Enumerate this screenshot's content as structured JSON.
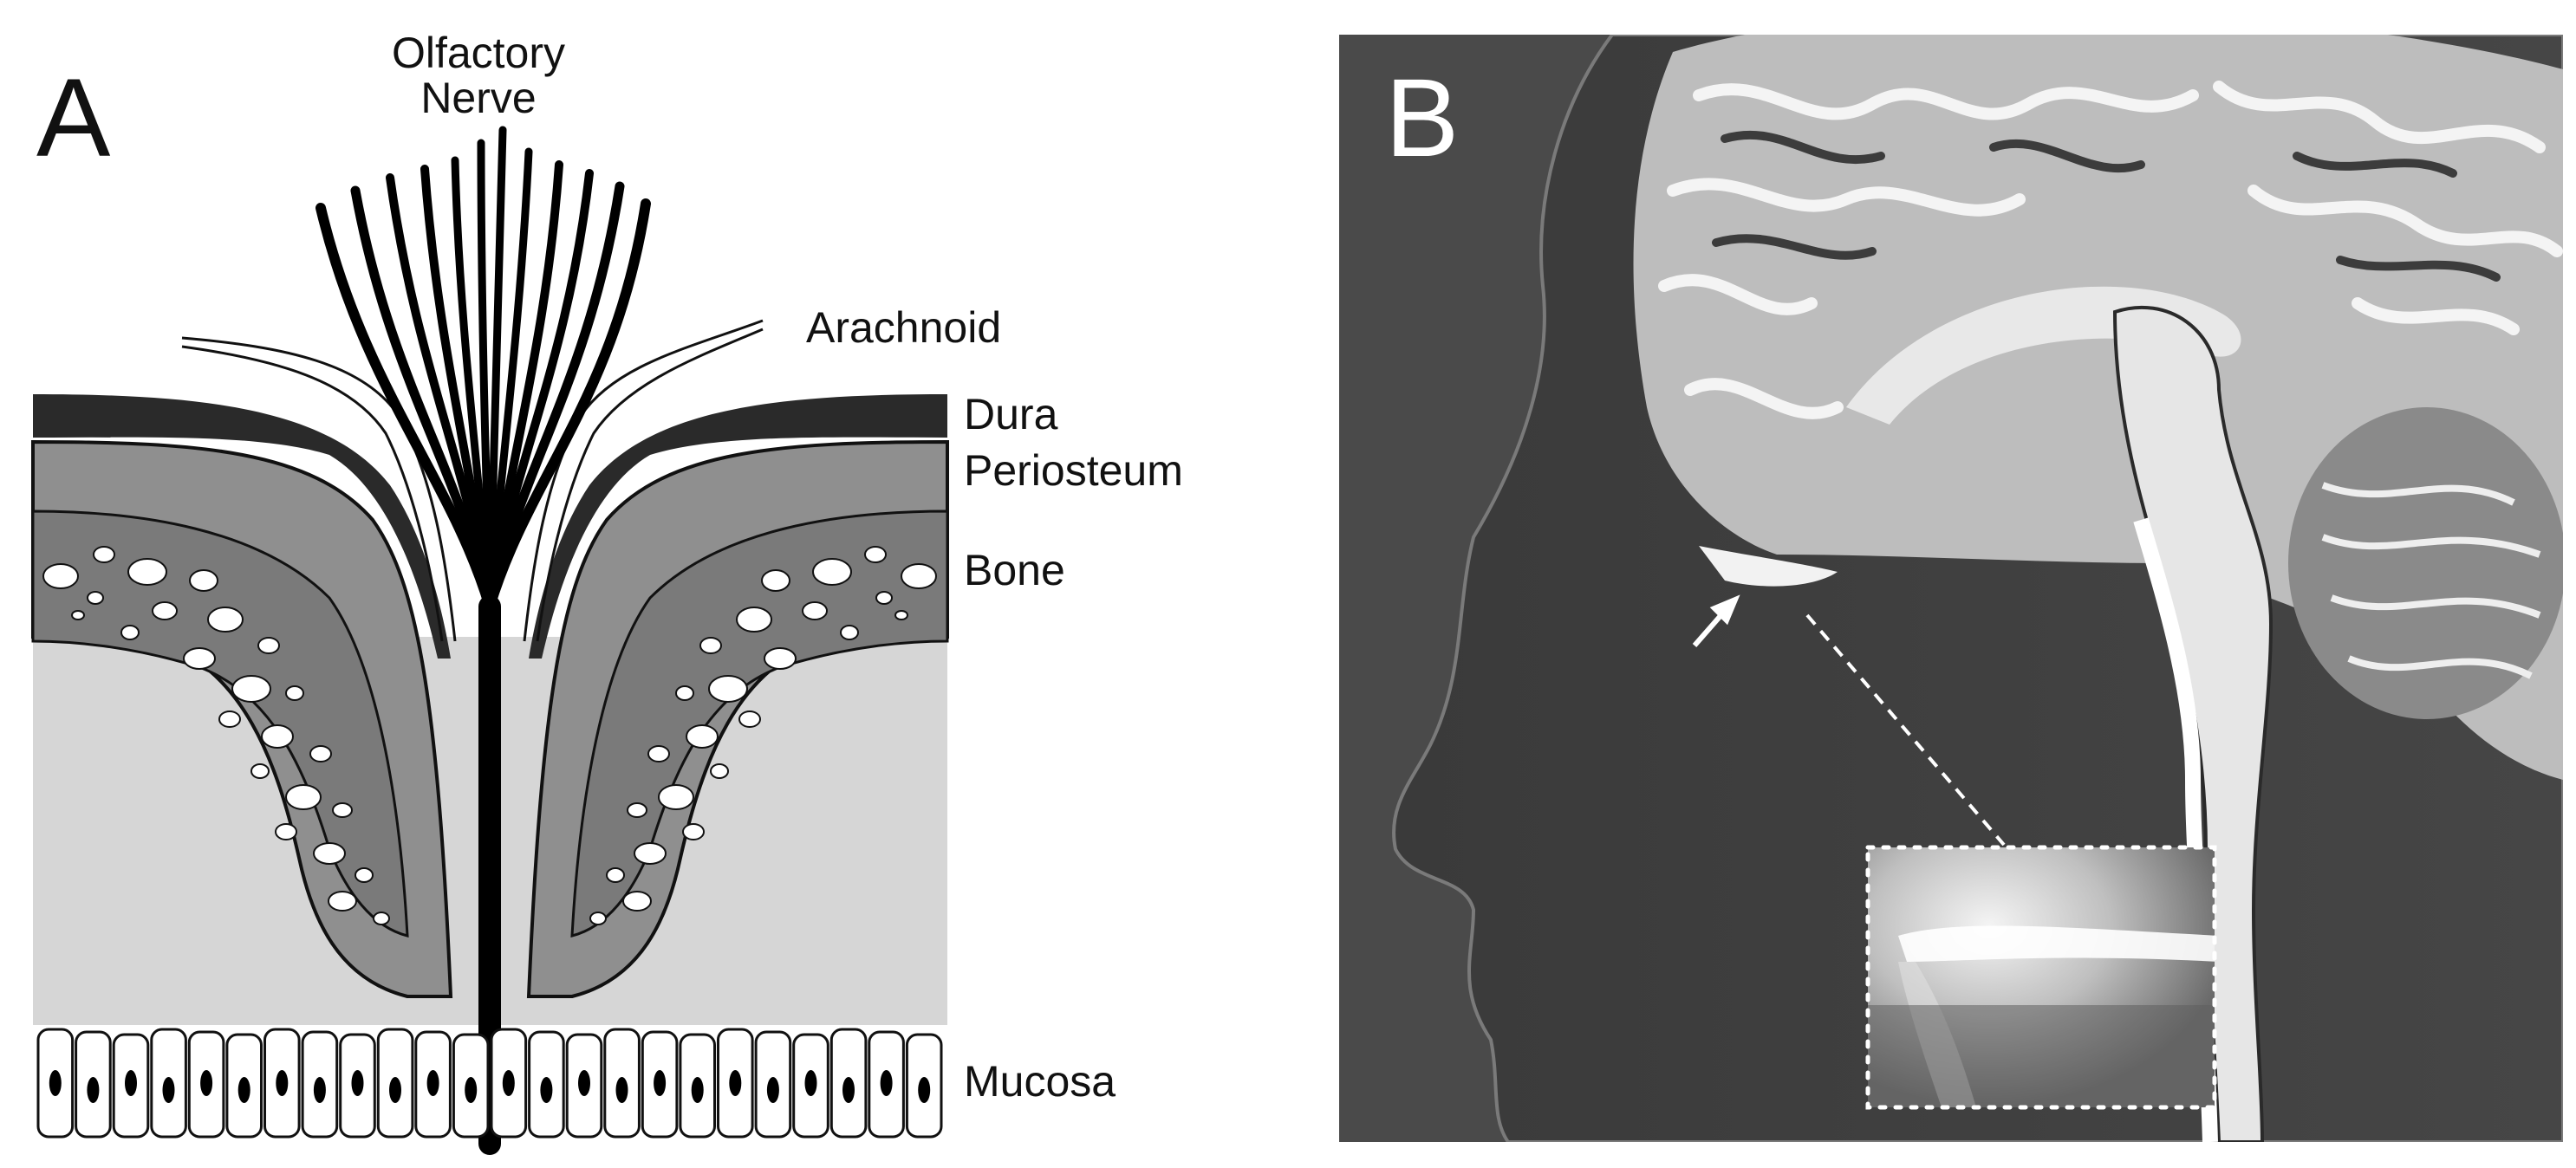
{
  "figure": {
    "panel_a": {
      "letter": "A",
      "labels": {
        "olfactory_line1": "Olfactory",
        "olfactory_line2": "Nerve",
        "arachnoid": "Arachnoid",
        "dura": "Dura",
        "periosteum": "Periosteum",
        "bone": "Bone",
        "mucosa": "Mucosa"
      }
    },
    "panel_b": {
      "letter": "B"
    }
  }
}
